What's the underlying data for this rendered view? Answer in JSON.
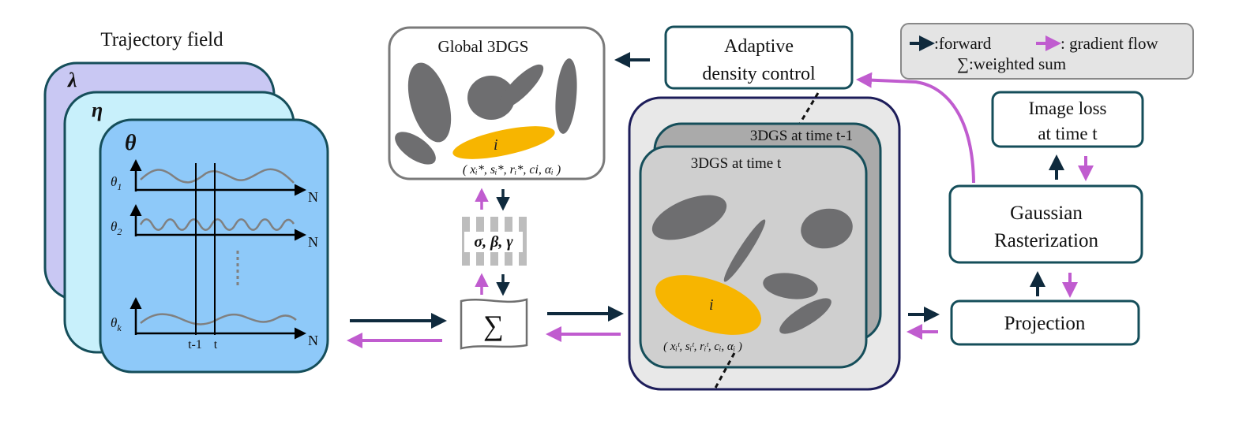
{
  "trajectory": {
    "title": "Trajectory field",
    "layers": [
      "λ",
      "η",
      "θ"
    ],
    "rows": [
      {
        "sym": "θ",
        "sub": "1"
      },
      {
        "sym": "θ",
        "sub": "2"
      },
      {
        "sym": "θ",
        "sub": "k"
      }
    ],
    "axis_end": "N",
    "time_prev": "t-1",
    "time_cur": "t"
  },
  "global": {
    "title": "Global 3DGS",
    "gauss_label": "i",
    "params": "( xᵢ*, sᵢ*, rᵢ*, ci, αᵢ )"
  },
  "mlp": {
    "label": "σ, β, γ"
  },
  "sum": {
    "symbol": "∑"
  },
  "adc": {
    "line1": "Adaptive",
    "line2": "density control"
  },
  "legend": {
    "forward": ":forward",
    "gradient": ": gradient flow",
    "sum": "∑:weighted sum"
  },
  "time_stack": {
    "back_title": "3DGS at time t-1",
    "front_title": "3DGS at time t",
    "gauss_label": "i",
    "params": "( xᵢᵗ, sᵢᵗ, rᵢᵗ, cᵢ, αᵢ )"
  },
  "loss": {
    "line1": "Image loss",
    "line2": "at time t"
  },
  "raster": {
    "line1": "Gaussian",
    "line2": "Rasterization"
  },
  "projection": {
    "label": "Projection"
  },
  "colors": {
    "forward": "#0f2a3d",
    "gradient": "#c05ccf",
    "gaussian_gray": "#6e6e70",
    "gaussian_yellow": "#f7b500",
    "box_border": "#154e5a",
    "theta_fill": "#8ec9f9",
    "eta_fill": "#c8f0fb",
    "lambda_fill": "#c9c8f3"
  }
}
